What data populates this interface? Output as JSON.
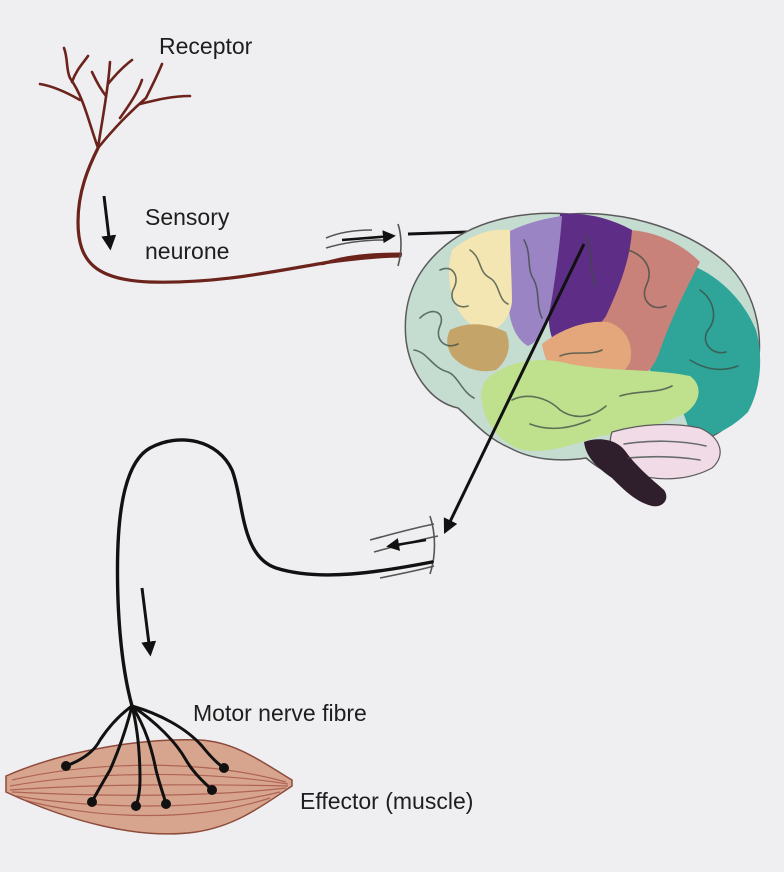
{
  "labels": {
    "receptor": "Receptor",
    "sensory_line1": "Sensory",
    "sensory_line2": "neurone",
    "motor": "Motor nerve fibre",
    "effector": "Effector (muscle)"
  },
  "colors": {
    "background": "#efeff1",
    "sensory_neuron": "#6b231c",
    "motor_neuron": "#111111",
    "muscle": "#d7a58e",
    "muscle_lines": "#a8584a",
    "brain_purple": "#5e2d86",
    "brain_lavender": "#9a84c3",
    "brain_rose": "#c9827a",
    "brain_teal": "#2ea598",
    "brain_cream": "#f3e6b2",
    "brain_tan": "#c5a46a",
    "brain_peach": "#e3a77b",
    "brain_green": "#bfe08d",
    "brain_mint": "#c5dcd1",
    "brain_pink": "#f1dbe6",
    "brain_stem": "#2f1f2c"
  }
}
